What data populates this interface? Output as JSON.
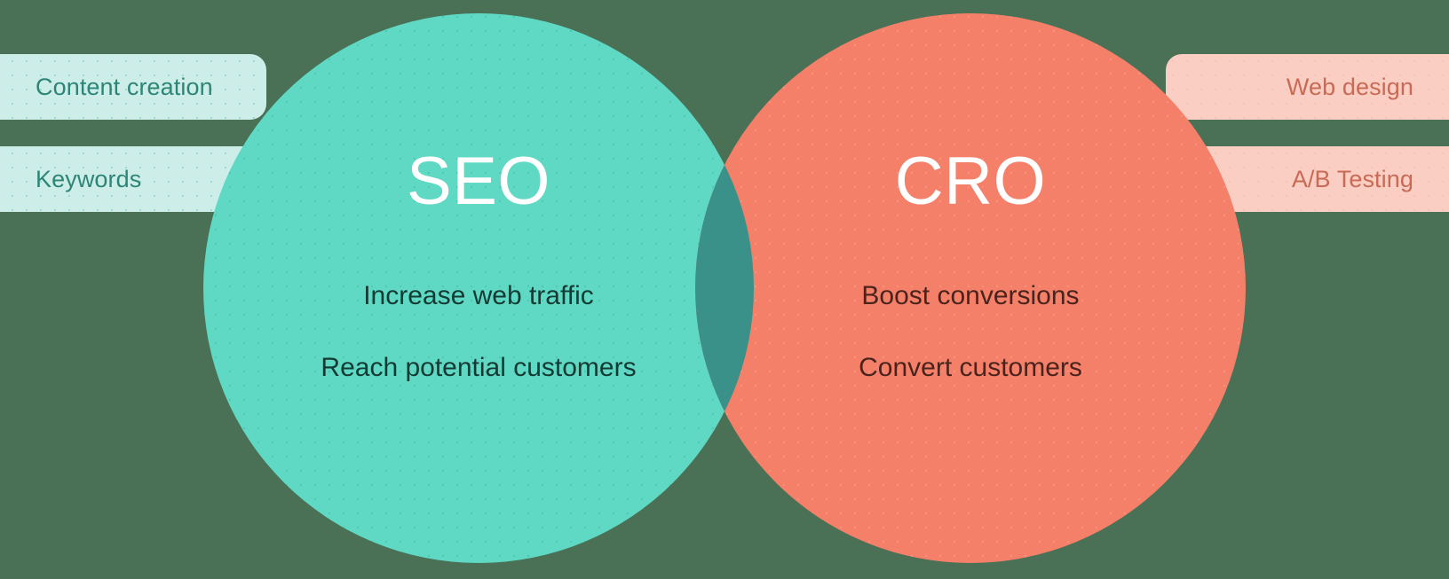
{
  "background_color": "#4a7055",
  "diagram": {
    "type": "venn",
    "left_circle": {
      "title": "SEO",
      "fill_color": "#5fd9c4",
      "title_color": "#ffffff",
      "text_color": "#133a33",
      "items": [
        "Increase web traffic",
        "Reach potential customers"
      ]
    },
    "right_circle": {
      "title": "CRO",
      "fill_color": "#f5806a",
      "title_color": "#ffffff",
      "text_color": "#4a231c",
      "items": [
        "Boost conversions",
        "Convert customers"
      ]
    },
    "overlap_color": "#3a9189"
  },
  "left_tags": {
    "pill_color": "#cdeee8",
    "text_color": "#2d8578",
    "items": [
      {
        "label": "Content creation"
      },
      {
        "label": "Keywords"
      }
    ]
  },
  "right_tags": {
    "pill_color": "#fbcec4",
    "text_color": "#c96a55",
    "items": [
      {
        "label": "Web design"
      },
      {
        "label": "A/B Testing"
      }
    ]
  }
}
